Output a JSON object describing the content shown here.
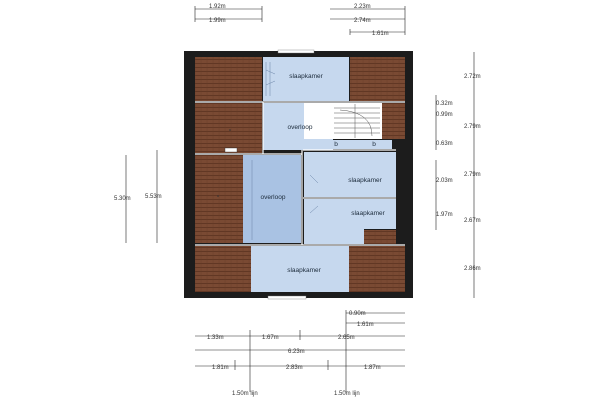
{
  "colors": {
    "wall": "#1c1c1c",
    "roof": "#7a4a33",
    "roof_line": "#5a3220",
    "floor_blue": "#c6d8ee",
    "floor_blue_dark": "#a9c2e3",
    "stair": "#ffffff",
    "dim_line": "#222222"
  },
  "rooms": {
    "slaapkamer_top": "slaapkamer",
    "overloop_top": "overloop",
    "slaapkamer_mid": "slaapkamer",
    "overloop_mid": "overloop",
    "slaapkamer_right": "slaapkamer",
    "slaapkamer_bottom": "slaapkamer",
    "storage_a": "b",
    "storage_b": "b"
  },
  "dimensions": {
    "top": [
      "1.92m",
      "1.99m",
      "2.23m",
      "2.74m",
      "1.61m"
    ],
    "right": [
      "2.72m",
      "0.32m",
      "0.99m",
      "2.79m",
      "0.63m",
      "2.79m",
      "2.03m",
      "1.97m",
      "2.67m",
      "2.86m"
    ],
    "left": [
      "5.30m",
      "5.53m"
    ],
    "bottom_row1": [
      "0.90m",
      "1.61m"
    ],
    "bottom_row2": [
      "1.33m",
      "1.67m",
      "2.65m"
    ],
    "bottom_row3": [
      "6.23m"
    ],
    "bottom_row4": [
      "1.81m",
      "2.83m",
      "1.87m"
    ],
    "footnotes": [
      "1.50m lijn",
      "1.50m lijn"
    ]
  }
}
